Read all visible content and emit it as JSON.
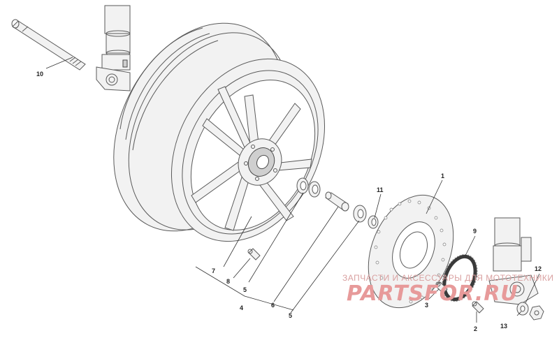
{
  "callouts": [
    {
      "id": "c1",
      "label": "1"
    },
    {
      "id": "c2",
      "label": "2"
    },
    {
      "id": "c3",
      "label": "3"
    },
    {
      "id": "c4",
      "label": "4"
    },
    {
      "id": "c5a",
      "label": "5"
    },
    {
      "id": "c5b",
      "label": "5"
    },
    {
      "id": "c6",
      "label": "6"
    },
    {
      "id": "c7",
      "label": "7"
    },
    {
      "id": "c8",
      "label": "8"
    },
    {
      "id": "c9",
      "label": "9"
    },
    {
      "id": "c10",
      "label": "10"
    },
    {
      "id": "c11",
      "label": "11"
    },
    {
      "id": "c12",
      "label": "12"
    },
    {
      "id": "c13",
      "label": "13"
    }
  ],
  "watermark": {
    "tagline": "ЗАПЧАСТИ И АКСЕССУАРЫ ДЛЯ МОТОТЕХНИКИ",
    "brand": "PARTSFOR.RU"
  },
  "colors": {
    "line": "#5a5a5a",
    "watermark": "#e79a9a"
  }
}
